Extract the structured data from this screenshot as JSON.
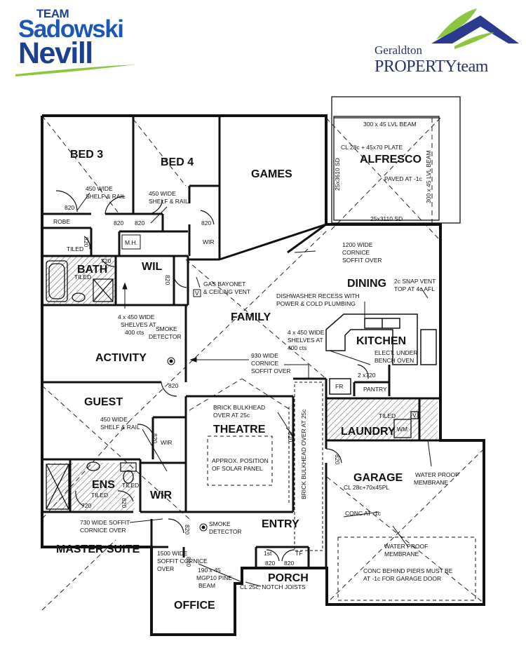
{
  "logos": {
    "left": {
      "team": "TEAM",
      "line1": "Sadowski",
      "line2": "Nevill"
    },
    "right": {
      "line1": "Geraldton",
      "line2_main": "PROPERTY",
      "line2_tail": "team"
    }
  },
  "colors": {
    "wall": "#111111",
    "blue_logo": "#1d57b5",
    "navy_logo": "#26336f",
    "green_logo": "#8cc63f"
  },
  "rooms": {
    "bed3": "BED 3",
    "bed4": "BED 4",
    "games": "GAMES",
    "alfresco": "ALFRESCO",
    "bath": "BATH",
    "wil": "WIL",
    "family": "FAMILY",
    "dining": "DINING",
    "kitchen": "KITCHEN",
    "activity": "ACTIVITY",
    "guest": "GUEST",
    "theatre": "THEATRE",
    "laundry": "LAUNDRY",
    "garage": "GARAGE",
    "ens": "ENS",
    "wir": "WIR",
    "entry": "ENTRY",
    "master": "MASTER SUITE",
    "porch": "PORCH",
    "office": "OFFICE"
  },
  "small_labels": {
    "robe": "ROBE",
    "mh": "M.H.",
    "tiled_bath_wc": "TILED",
    "tiled_bath": "TILED",
    "tiled_ens_wc": "TILED",
    "tiled_ens": "TILED",
    "tiled_laundry": "TILED",
    "wir_bed4": "WIR",
    "wir_guest": "WIR",
    "fr": "FR",
    "pantry": "PANTRY",
    "wm": "WM",
    "v1": "V",
    "v2": "V",
    "first": "1st",
    "tf": "TF"
  },
  "door_widths": {
    "bed3_robe": "820",
    "bed3": "820",
    "bed4": "820",
    "bed4_wir": "820",
    "bath_wc": "820",
    "bath": "720",
    "wil": "820",
    "activity": "820",
    "guest_wir": "820",
    "ens_wc": "820",
    "ens": "720",
    "master_wir": "820",
    "office": "820",
    "entry1": "820",
    "entry2": "820",
    "kitchen": "2 x720",
    "garage": "820",
    "theatre": "820"
  },
  "notes": {
    "beam_top": "300 x 45 LVL BEAM",
    "plate": "CL 28c + 45x70 PLATE",
    "paved": "PAVED AT -1c",
    "beam_side": "300 x 45 LVL BEAM",
    "sd_left": "25x3610 SD",
    "sd_bottom": "25x3110 SD",
    "bed3_shelf_1": "450 WIDE",
    "bed3_shelf_2": "SHELF & RAIL",
    "bed4_shelf_1": "450 WIDE",
    "bed4_shelf_2": "SHELF & RAIL",
    "cornice1_1": "1200 WIDE",
    "cornice1_2": "CORNICE",
    "cornice1_3": "SOFFIT OVER",
    "snap_1": "2c SNAP VENT",
    "snap_2": "TOP AT 4c AFL",
    "gas_1": "GAS BAYONET",
    "gas_2": "& CEILING VENT",
    "dish_1": "DISHWASHER RECESS WITH",
    "dish_2": "POWER & COLD PLUMBING",
    "wil_shelf_1": "4 x 450 WIDE",
    "wil_shelf_2": "SHELVES AT",
    "wil_shelf_3": "400 cts",
    "kit_shelf_1": "4 x 450 WIDE",
    "kit_shelf_2": "SHELVES AT",
    "kit_shelf_3": "400 cts",
    "smoke1_1": "SMOKE",
    "smoke1_2": "DETECTOR",
    "elect_1": "ELECT. UNDER",
    "elect_2": "BENCH OVEN",
    "cornice2_1": "930 WIDE",
    "cornice2_2": "CORNICE",
    "cornice2_3": "SOFFIT OVER",
    "brick1_1": "BRICK BULKHEAD",
    "brick1_2": "OVER AT 25c",
    "guest_shelf_1": "450 WIDE",
    "guest_shelf_2": "SHELF & RAIL",
    "solar_1": "APPROX. POSITION",
    "solar_2": "OF SOLAR PANEL",
    "brick2": "BRICK BULKHEAD OVER AT 25c",
    "water1_1": "WATER PROOF",
    "water1_2": "MEMBRANE",
    "cl28": "CL 28c+70x45PL",
    "conc": "CONC AT -1c",
    "soffit_1": "730 WIDE SOFFIT",
    "soffit_2": "CORNICE OVER",
    "smoke2_1": "SMOKE",
    "smoke2_2": "DETECTOR",
    "water2_1": "WATER PROOF",
    "water2_2": "MEMBRANE",
    "conc2_1": "CONC BEHIND PIERS MUST BE",
    "conc2_2": "AT -1c FOR GARAGE DOOR",
    "soff2_1": "1500 WIDE",
    "soff2_2": "SOFFIT CORNICE",
    "soff2_3": "OVER",
    "mgp_1": "190 x 45",
    "mgp_2": "MGP10 PINE",
    "mgp_3": "BEAM",
    "notch": "CL 25c, NOTCH JOISTS"
  }
}
